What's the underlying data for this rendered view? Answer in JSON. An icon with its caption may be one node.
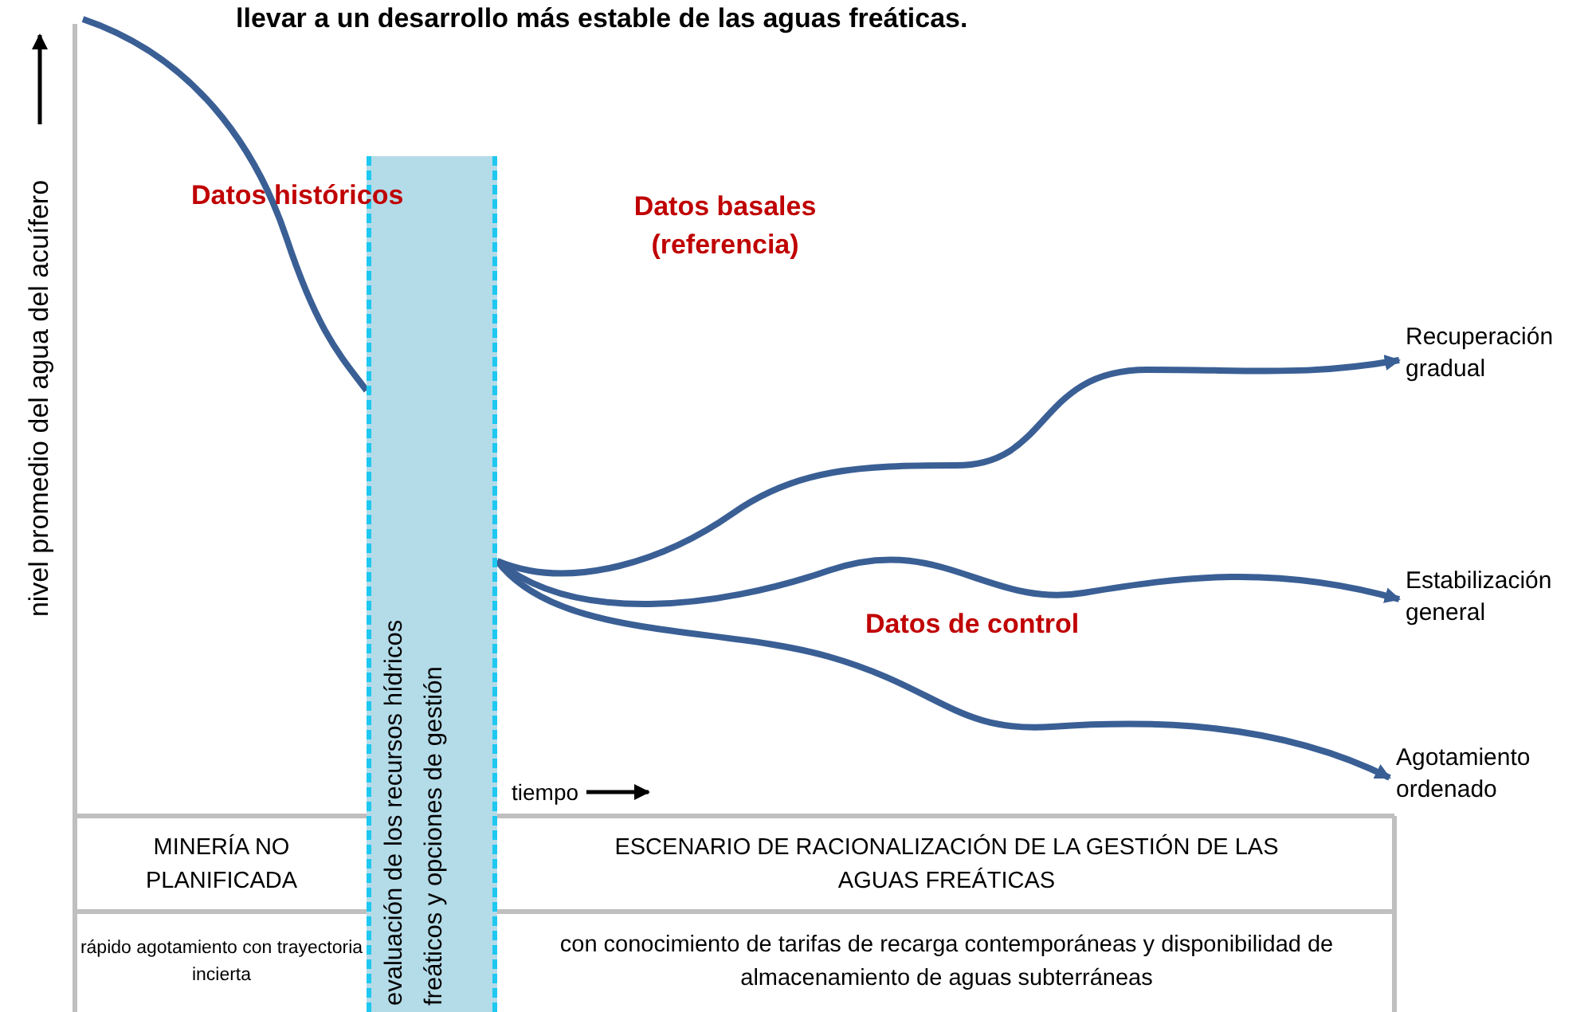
{
  "diagram": {
    "title": "llevar a un desarrollo más estable de las aguas freáticas.",
    "nodes": [
      {
        "text": [
          "evaluación de los recursos hídricos freáticos y opciones de gestión"
        ]
      },
      {
        "text": [
          "Recuperación gradual"
        ]
      },
      {
        "text": [
          "Estabilización general"
        ]
      },
      {
        "text": [
          "Agotamiento ordenado"
        ]
      }
    ],
    "edges": [
      {
        "from": 0,
        "to": 1,
        "arrow": "to"
      },
      {
        "from": 0,
        "to": 2,
        "arrow": "to"
      },
      {
        "from": 0,
        "to": 3,
        "arrow": "to"
      }
    ],
    "labels": [
      "nivel promedio del agua del acuífero",
      "Datos históricos",
      "Datos basales (referencia)",
      "Datos de control",
      "tiempo",
      "MINERÍA NO PLANIFICADA",
      "ESCENARIO DE RACIONALIZACIÓN DE LA GESTIÓN DE LAS AGUAS FREÁTICAS",
      "rápido agotamiento con trayectoria incierta",
      "con conocimiento de tarifas de recarga contemporáneas y disponibilidad de almacenamiento de aguas subterráneas"
    ]
  }
}
